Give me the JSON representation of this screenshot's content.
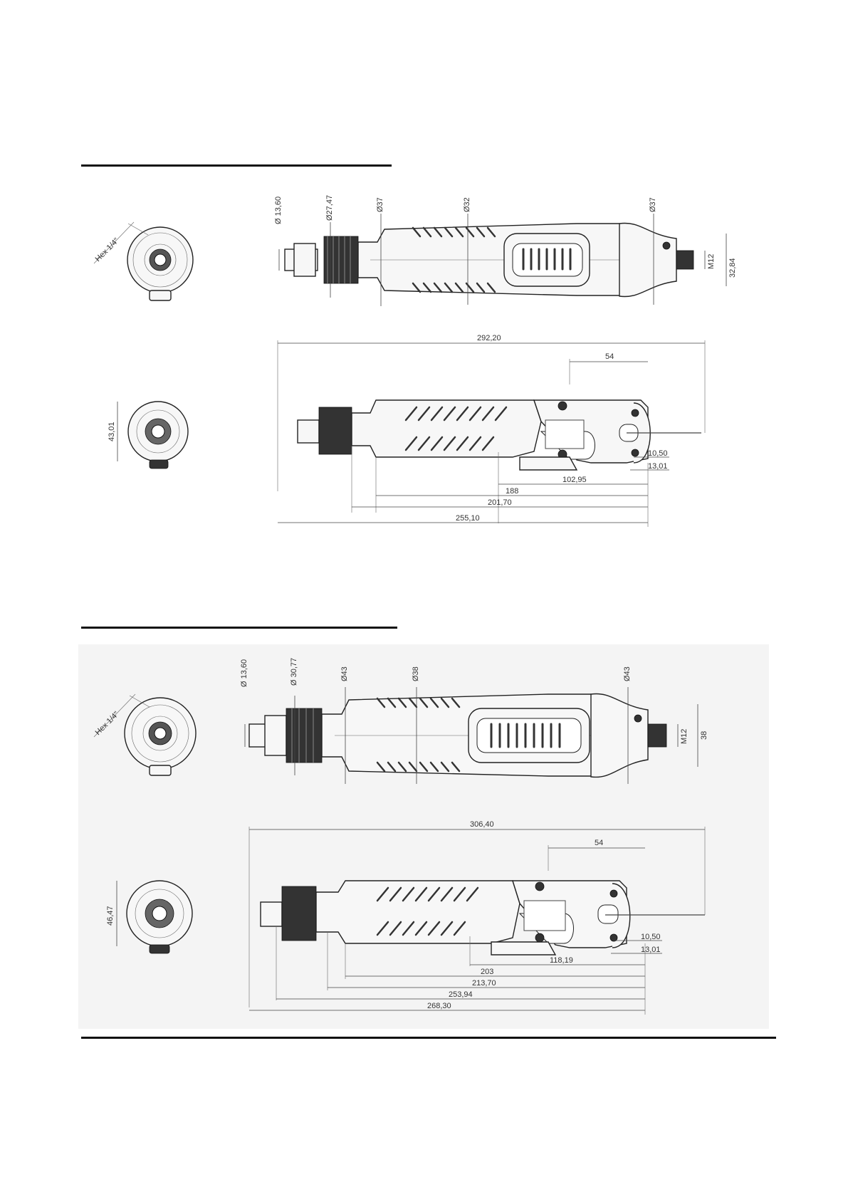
{
  "section1": {
    "top_view": {
      "front_label": "Hex 1/4\"",
      "dims": [
        "Ø 13,60",
        "Ø27,47",
        "Ø37",
        "Ø32",
        "Ø37",
        "M12",
        "32,84"
      ]
    },
    "side_view": {
      "front_height": "43,01",
      "overall": "292,20",
      "cable_offset": "54",
      "connector_a": "10,50",
      "connector_b": "13,01",
      "lengths": [
        "102,95",
        "188",
        "201,70",
        "255,10"
      ]
    }
  },
  "section2": {
    "top_view": {
      "front_label": "Hex 1/4\"",
      "dims": [
        "Ø 13,60",
        "Ø 30,77",
        "Ø43",
        "Ø38",
        "Ø43",
        "M12",
        "38"
      ]
    },
    "side_view": {
      "front_height": "46,47",
      "overall": "306,40",
      "cable_offset": "54",
      "connector_a": "10,50",
      "connector_b": "13,01",
      "lengths": [
        "118,19",
        "203",
        "213,70",
        "253,94",
        "268,30"
      ]
    }
  }
}
